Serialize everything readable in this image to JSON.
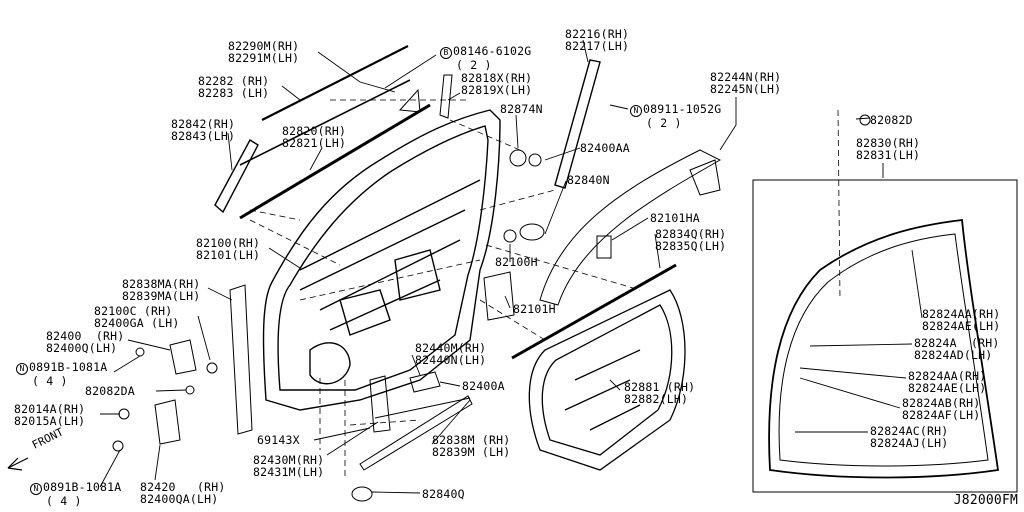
{
  "diagram_code": "J82000FM",
  "front_label": "FRONT",
  "labels": {
    "p82290": [
      "82290M(RH)",
      "82291M(LH)"
    ],
    "p82282": [
      "82282 (RH)",
      "82283 (LH)"
    ],
    "p82842": [
      "82842(RH)",
      "82843(LH)"
    ],
    "p82820": [
      "82820(RH)",
      "82821(LH)"
    ],
    "p08146": [
      "08146-6102G",
      "( 2 )"
    ],
    "p82818": [
      "82818X(RH)",
      "82819X(LH)"
    ],
    "p82874": [
      "82874N"
    ],
    "p82216": [
      "82216(RH)",
      "82217(LH)"
    ],
    "p08911": [
      "08911-1052G",
      "( 2 )"
    ],
    "p82244": [
      "82244N(RH)",
      "82245N(LH)"
    ],
    "p82400AA": [
      "82400AA"
    ],
    "p82840N": [
      "82840N"
    ],
    "p82082D": [
      "82082D"
    ],
    "p82830": [
      "82830(RH)",
      "82831(LH)"
    ],
    "p82101HA": [
      "82101HA"
    ],
    "p82834": [
      "82834Q(RH)",
      "82835Q(LH)"
    ],
    "p82100": [
      "82100(RH)",
      "82101(LH)"
    ],
    "p82100H": [
      "82100H"
    ],
    "p82101H": [
      "82101H"
    ],
    "p82838MA": [
      "82838MA(RH)",
      "82839MA(LH)"
    ],
    "p82100C": [
      "82100C (RH)",
      "82400GA (LH)"
    ],
    "p82400": [
      "82400  (RH)",
      "82400Q(LH)"
    ],
    "p0891Ba": [
      "0891B-1081A",
      "( 4 )"
    ],
    "p82082DA": [
      "82082DA"
    ],
    "p82014": [
      "82014A(RH)",
      "82015A(LH)"
    ],
    "p0891Bb": [
      "0891B-1081A",
      "( 4 )"
    ],
    "p82420": [
      "82420   (RH)",
      "82400QA(LH)"
    ],
    "p82440": [
      "82440M(RH)",
      "82440N(LH)"
    ],
    "p82400A": [
      "82400A"
    ],
    "p69143": [
      "69143X"
    ],
    "p82430": [
      "82430M(RH)",
      "82431M(LH)"
    ],
    "p82838M": [
      "82838M (RH)",
      "82839M (LH)"
    ],
    "p82840Q": [
      "82840Q"
    ],
    "p82881": [
      "82881 (RH)",
      "82882(LH)"
    ],
    "p82824AA": [
      "82824AA(RH)",
      "82824AE(LH)"
    ],
    "p82824A": [
      "82824A  (RH)",
      "82824AD(LH)"
    ],
    "p82824AAb": [
      "82824AA(RH)",
      "82824AE(LH)"
    ],
    "p82824AB": [
      "82824AB(RH)",
      "82824AF(LH)"
    ],
    "p82824AC": [
      "82824AC(RH)",
      "82824AJ(LH)"
    ]
  },
  "markers": {
    "bolt_b": "B",
    "nut_n1": "N",
    "nut_n2": "N",
    "nut_n3": "N"
  }
}
